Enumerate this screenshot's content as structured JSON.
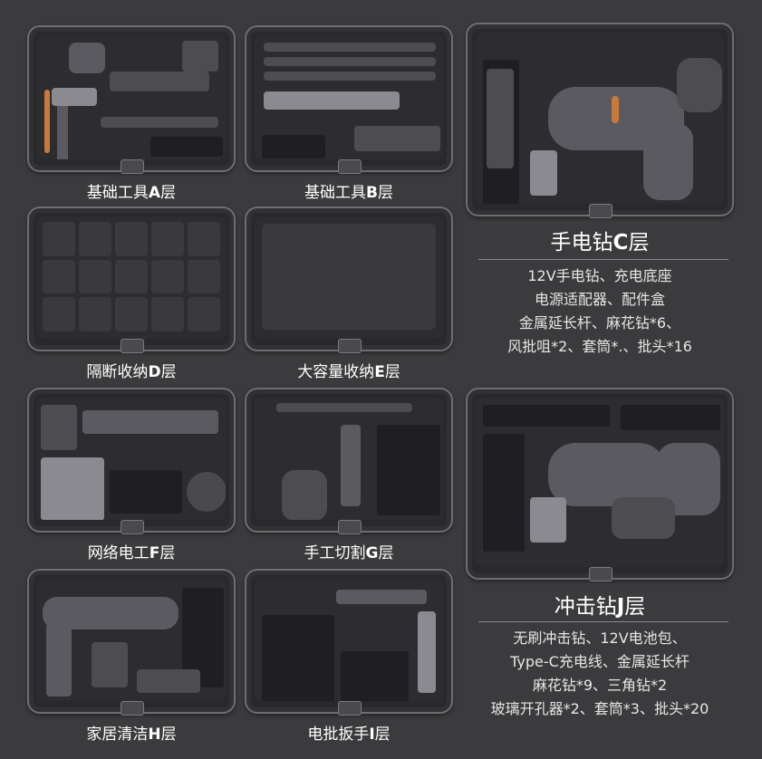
{
  "trays": {
    "a": {
      "label_prefix": "基础工具",
      "letter": "A",
      "label_suffix": "层"
    },
    "b": {
      "label_prefix": "基础工具",
      "letter": "B",
      "label_suffix": "层"
    },
    "c": {
      "label_prefix": "手电钻",
      "letter": "C",
      "label_suffix": "层"
    },
    "d": {
      "label_prefix": "隔断收纳",
      "letter": "D",
      "label_suffix": "层"
    },
    "e": {
      "label_prefix": "大容量收纳",
      "letter": "E",
      "label_suffix": "层"
    },
    "f": {
      "label_prefix": "网络电工",
      "letter": "F",
      "label_suffix": "层"
    },
    "g": {
      "label_prefix": "手工切割",
      "letter": "G",
      "label_suffix": "层"
    },
    "h": {
      "label_prefix": "家居清洁",
      "letter": "H",
      "label_suffix": "层"
    },
    "i": {
      "label_prefix": "电批扳手",
      "letter": "I",
      "label_suffix": "层"
    },
    "j": {
      "label_prefix": "冲击钻",
      "letter": "J",
      "label_suffix": "层"
    }
  },
  "c_desc": [
    "12V手电钻、充电底座",
    "电源适配器、配件盒",
    "金属延长杆、麻花钻*6、",
    "风批咀*2、套筒*.、批头*16"
  ],
  "j_desc": [
    "无刷冲击钻、12V电池包、",
    "Type-C充电线、金属延长杆",
    "麻花钻*9、三角钻*2",
    "玻璃开孔器*2、套筒*3、批头*20"
  ],
  "colors": {
    "background": "#3b3b3d",
    "tray": "#29292b",
    "accent": "#c97a3a",
    "text": "#ffffff"
  }
}
